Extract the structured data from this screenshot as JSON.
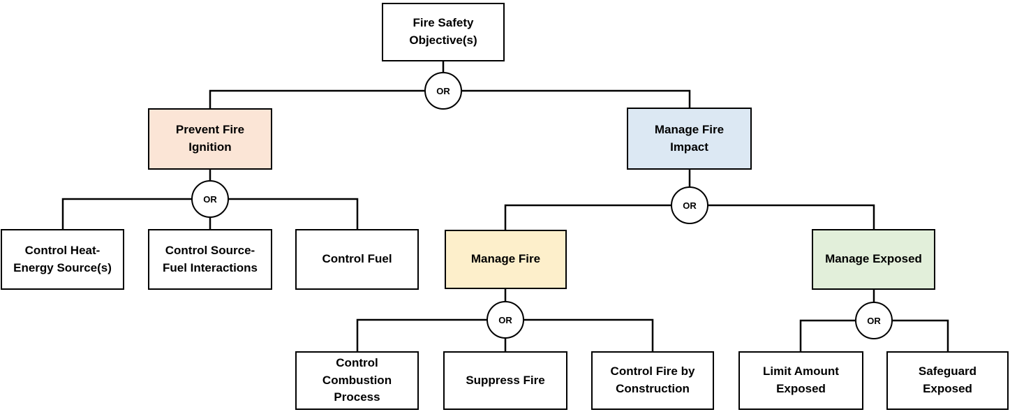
{
  "diagram": {
    "type": "objective-tree",
    "gate_type": "OR",
    "background": "#FFFFFF",
    "line_color": "#000000"
  },
  "gates": {
    "label": "OR"
  },
  "nodes": {
    "root": {
      "label": "Fire Safety\nObjective(s)",
      "fill": "#FFFFFF"
    },
    "prevent": {
      "label": "Prevent Fire\nIgnition",
      "fill": "#FBE5D6"
    },
    "manage_impact": {
      "label": "Manage Fire\nImpact",
      "fill": "#DCE8F3"
    },
    "heat": {
      "label": "Control Heat-\nEnergy Source(s)",
      "fill": "#FFFFFF"
    },
    "source_fuel": {
      "label": "Control Source-\nFuel Interactions",
      "fill": "#FFFFFF"
    },
    "fuel": {
      "label": "Control Fuel",
      "fill": "#FFFFFF"
    },
    "manage_fire": {
      "label": "Manage Fire",
      "fill": "#FDEFCB"
    },
    "manage_exposed": {
      "label": "Manage Exposed",
      "fill": "#E2EFDA"
    },
    "combustion": {
      "label": "Control\nCombustion\nProcess",
      "fill": "#FFFFFF"
    },
    "suppress": {
      "label": "Suppress Fire",
      "fill": "#FFFFFF"
    },
    "fire_construction": {
      "label": "Control Fire by\nConstruction",
      "fill": "#FFFFFF"
    },
    "limit": {
      "label": "Limit Amount\nExposed",
      "fill": "#FFFFFF"
    },
    "safeguard": {
      "label": "Safeguard\nExposed",
      "fill": "#FFFFFF"
    }
  },
  "edges": [
    {
      "parent": "root",
      "gate": "OR",
      "children": [
        "prevent",
        "manage_impact"
      ]
    },
    {
      "parent": "prevent",
      "gate": "OR",
      "children": [
        "heat",
        "source_fuel",
        "fuel"
      ]
    },
    {
      "parent": "manage_impact",
      "gate": "OR",
      "children": [
        "manage_fire",
        "manage_exposed"
      ]
    },
    {
      "parent": "manage_fire",
      "gate": "OR",
      "children": [
        "combustion",
        "suppress",
        "fire_construction"
      ]
    },
    {
      "parent": "manage_exposed",
      "gate": "OR",
      "children": [
        "limit",
        "safeguard"
      ]
    }
  ]
}
